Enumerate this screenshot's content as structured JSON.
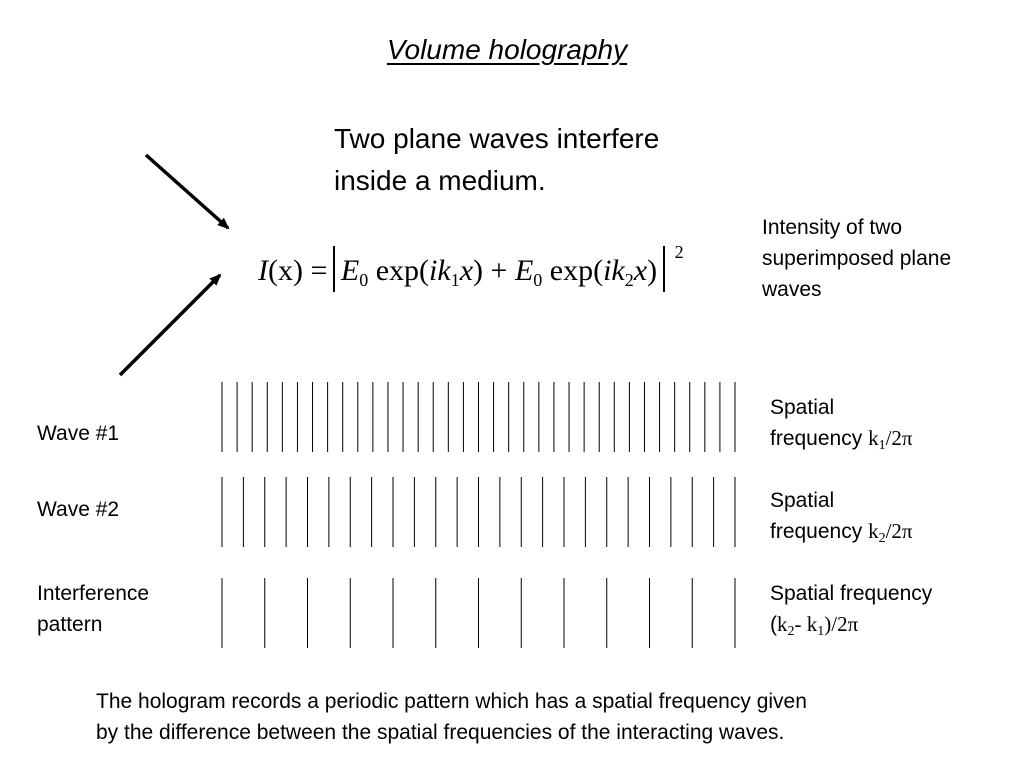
{
  "title": "Volume holography",
  "subtitle": [
    "Two plane waves interfere",
    "inside a medium."
  ],
  "equation": {
    "lhs_fn": "I",
    "lhs_arg": "(x)",
    "equals": "=",
    "amp1": "E",
    "amp1_sub": "0",
    "exp1_open": "exp(",
    "exp1_i": "ik",
    "exp1_k_sub": "1",
    "exp1_x": "x",
    "exp1_close": ")",
    "plus": "+",
    "amp2": "E",
    "amp2_sub": "0",
    "exp2_open": "exp(",
    "exp2_i": "ik",
    "exp2_k_sub": "2",
    "exp2_x": "x",
    "exp2_close": ")",
    "power": "2"
  },
  "equation_note": [
    "Intensity of two",
    "superimposed plane",
    "waves"
  ],
  "rows": [
    {
      "label": [
        "Wave #1"
      ],
      "desc_line1": "Spatial",
      "desc_prefix": "frequency ",
      "desc_math": "k",
      "desc_sub": "1",
      "desc_suffix": "/2π",
      "line_count": 34
    },
    {
      "label": [
        "Wave #2"
      ],
      "desc_line1": "Spatial",
      "desc_prefix": "frequency ",
      "desc_math": "k",
      "desc_sub": "2",
      "desc_suffix": "/2π",
      "line_count": 24
    },
    {
      "label": [
        "Interference",
        "pattern"
      ],
      "desc_line1": "Spatial frequency",
      "desc_prefix": "(",
      "desc_math": "k",
      "desc_sub": "2",
      "desc_mid": "- k",
      "desc_sub2": "1",
      "desc_suffix": ")/2π",
      "line_count": 12
    }
  ],
  "footer": [
    "The hologram records a periodic pattern which has a spatial frequency given",
    "by the difference between the spatial frequencies of the interacting waves."
  ]
}
